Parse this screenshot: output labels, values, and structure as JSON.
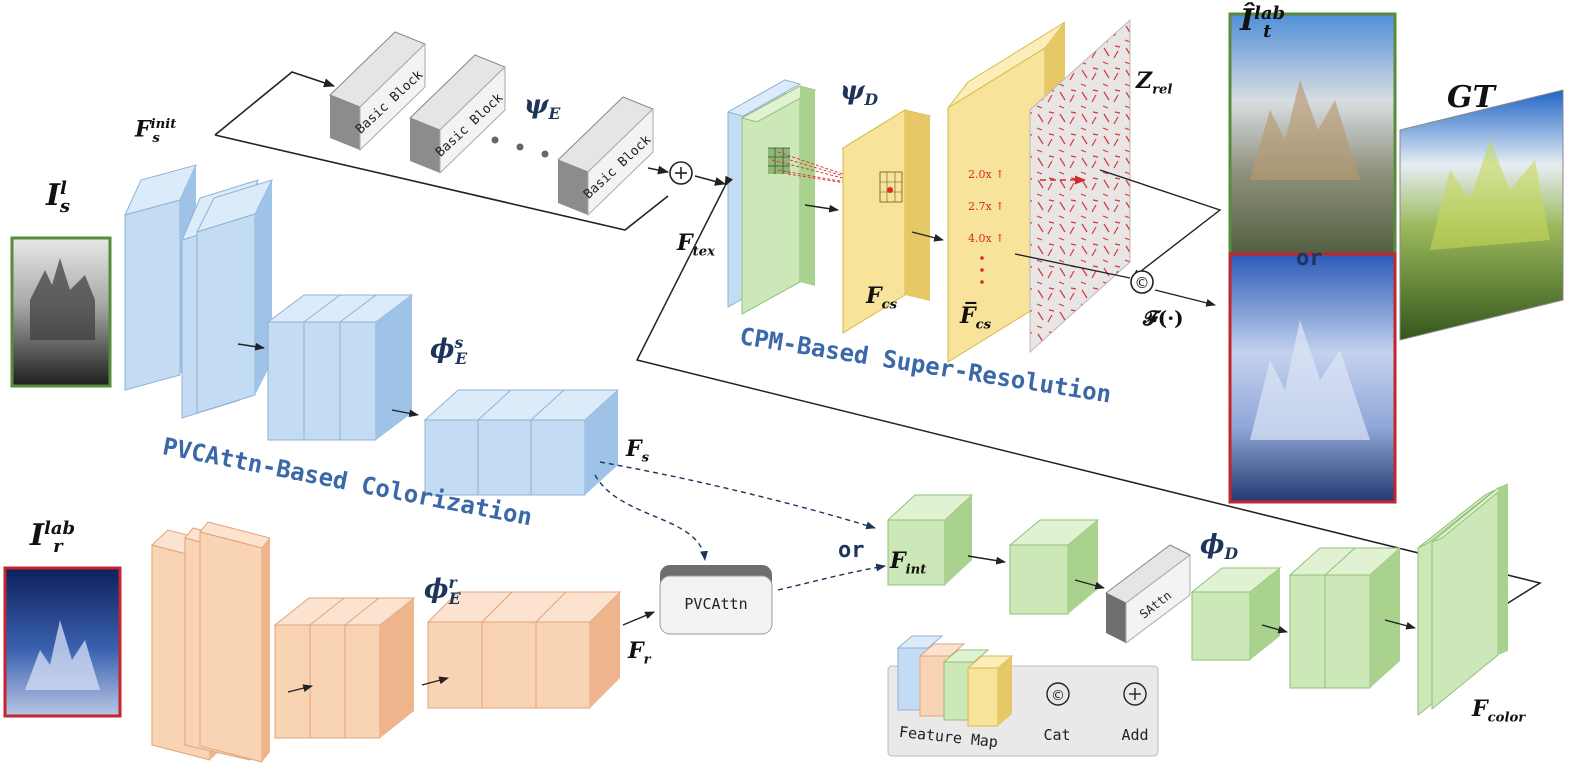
{
  "section_titles": {
    "sr": "CPM-Based Super-Resolution",
    "color": "PVCAttn-Based Colorization"
  },
  "blocks": {
    "basic_block": "Basic Block",
    "pvcattn": "PVCAttn",
    "sattn": "SAttn"
  },
  "labels": {
    "i_s": {
      "base": "I",
      "sup": "l",
      "sub": "s"
    },
    "i_r": {
      "base": "I",
      "sup": "lab",
      "sub": "r"
    },
    "i_t": {
      "base": "Î",
      "sup": "lab",
      "sub": "t"
    },
    "f_s_init": {
      "base": "F",
      "sup": "init",
      "sub": "s"
    },
    "psi_e": {
      "base": "ψ",
      "sub": "E"
    },
    "psi_d": {
      "base": "ψ",
      "sub": "D"
    },
    "phi_e_s": {
      "base": "ϕ",
      "sup": "s",
      "sub": "E"
    },
    "phi_e_r": {
      "base": "ϕ",
      "sup": "r",
      "sub": "E"
    },
    "phi_d": {
      "base": "ϕ",
      "sub": "D"
    },
    "f_tex": {
      "base": "F",
      "sub": "tex"
    },
    "f_cs": {
      "base": "F",
      "sub": "cs"
    },
    "f_cs_bar": {
      "base": "F̅",
      "sub": "cs"
    },
    "z_rel": {
      "base": "Z",
      "sub": "rel"
    },
    "f_s": {
      "base": "F",
      "sub": "s"
    },
    "f_r": {
      "base": "F",
      "sub": "r"
    },
    "f_int": {
      "base": "F",
      "sub": "int"
    },
    "f_color": {
      "base": "F",
      "sub": "color"
    },
    "func": "𝓕(·)",
    "gt": "GT"
  },
  "or_text": "or",
  "scales": [
    "2.0x ↑",
    "2.7x ↑",
    "4.0x ↑"
  ],
  "legend": {
    "feature_map": "Feature Map",
    "cat": "Cat",
    "add": "Add",
    "cat_symbol": "©",
    "add_symbol": "⊕"
  },
  "colors": {
    "blue_front": "#c3dcf4",
    "blue_side": "#9ec3e6",
    "blue_top": "#dcebfa",
    "orange_front": "#f8d3b4",
    "orange_side": "#eeb48c",
    "orange_top": "#fce3cf",
    "green_front": "#cde8b8",
    "green_side": "#a9d28e",
    "green_top": "#e0f2d2",
    "yellow_front": "#f7e39a",
    "yellow_side": "#e6c866",
    "yellow_top": "#fbeeb8",
    "section_text": "#3b68a8",
    "frame_green": "#5a8a3c",
    "frame_red": "#c0262c"
  }
}
